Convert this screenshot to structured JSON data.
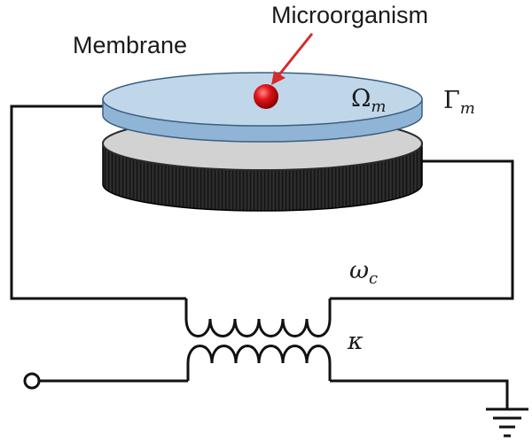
{
  "labels": {
    "microorganism": "Microorganism",
    "membrane": "Membrane",
    "omega_sym": "Ω",
    "omega_sub": "m",
    "gamma_sym": "Γ",
    "gamma_sub": "m",
    "omega_c_sym": "ω",
    "omega_c_sub": "c",
    "kappa": "κ"
  },
  "colors": {
    "membrane_top": "#c0d7ea",
    "membrane_edge": "#8fb4d5",
    "plate_top": "#d2d2d2",
    "plate_side": "#121212",
    "particle": "#e0141b",
    "arrow": "#d42b2b",
    "wire": "#111111"
  },
  "icons": {
    "terminal": "open-circle-terminal",
    "ground": "ground-symbol"
  }
}
